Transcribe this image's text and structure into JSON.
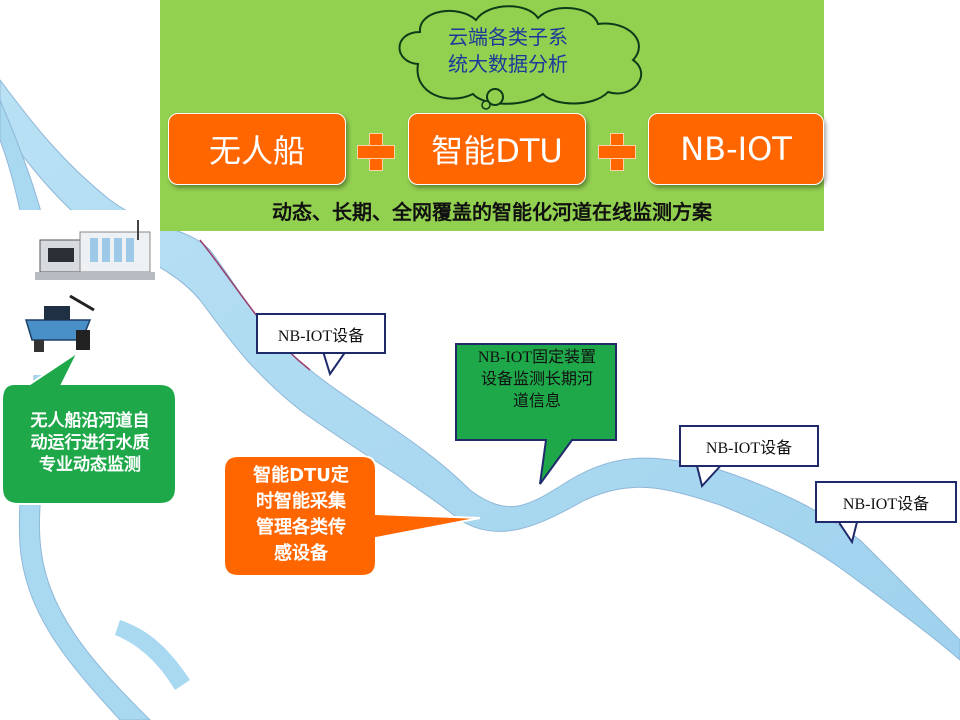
{
  "colors": {
    "panel_green": "#92d050",
    "accent_orange": "#ff6600",
    "callout_green": "#1fa84a",
    "river_blue": "#a8d8f0",
    "callout_border_blue": "#1f2a6b"
  },
  "cloud": {
    "line1": "云端各类子系",
    "line2": "统大数据分析"
  },
  "components": [
    {
      "label": "无人船"
    },
    {
      "label": "智能DTU"
    },
    {
      "label": "NB-IOT"
    }
  ],
  "slogan": "动态、长期、全网覆盖的智能化河道在线监测方案",
  "callouts": {
    "nbiot_1": "NB-IOT设备",
    "nbiot_fixed": [
      "NB-IOT固定装置",
      "设备监测长期河",
      "道信息"
    ],
    "nbiot_2": "NB-IOT设备",
    "nbiot_3": "NB-IOT设备",
    "boat": [
      "无人船沿河道自",
      "动运行进行水质",
      "专业动态监测"
    ],
    "dtu": [
      "智能DTU定",
      "时智能采集",
      "管理各类传",
      "感设备"
    ]
  }
}
